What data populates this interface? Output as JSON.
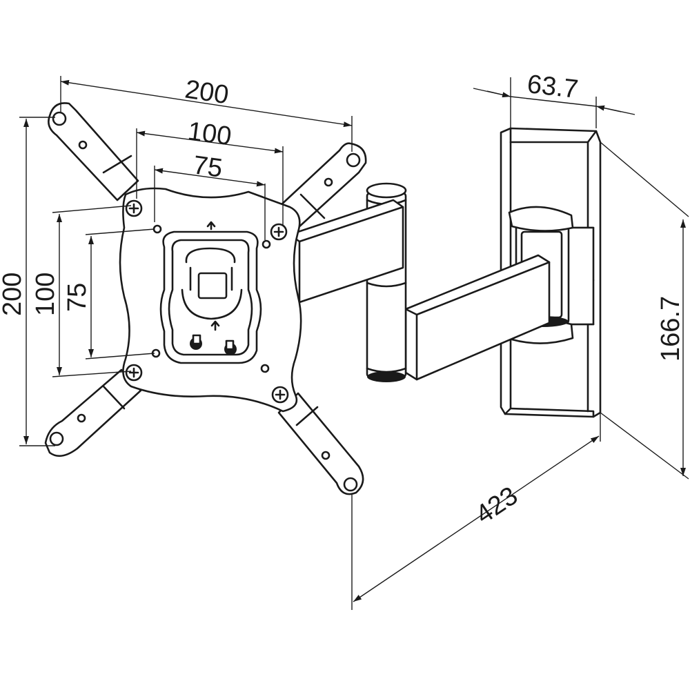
{
  "product": "swing-arm-tv-wall-mount",
  "colors": {
    "line": "#1a1a1a",
    "background": "#ffffff"
  },
  "dimensions": {
    "vesa_width_max": "200",
    "vesa_width_mid": "100",
    "vesa_width_min": "75",
    "vesa_height_max": "200",
    "vesa_height_mid": "100",
    "vesa_height_min": "75",
    "wall_plate_width": "63.7",
    "wall_plate_height": "166.7",
    "max_extension": "423"
  }
}
